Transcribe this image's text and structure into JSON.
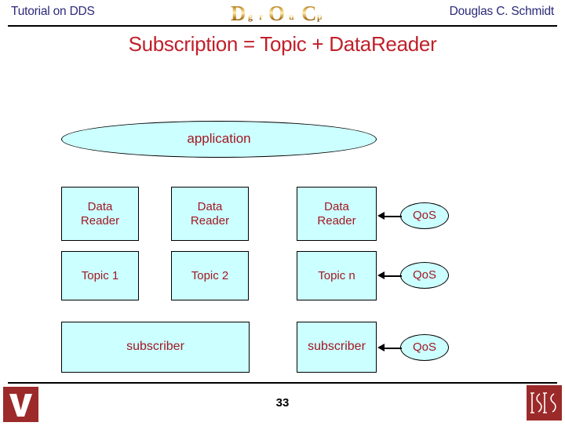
{
  "header": {
    "left_text": "Tutorial on DDS",
    "right_text": "Douglas C. Schmidt",
    "logo": {
      "name": "doc-group-logo",
      "big_letters": [
        "D",
        "O",
        "C"
      ],
      "small_letters": [
        "g",
        "r",
        "u",
        "p"
      ],
      "full_text": "DOC group"
    }
  },
  "title": "Subscription = Topic + DataReader",
  "diagram": {
    "application": {
      "label": "application",
      "shape": "ellipse"
    },
    "readers": [
      {
        "label": "Data\nReader",
        "line1": "Data",
        "line2": "Reader"
      },
      {
        "label": "Data\nReader",
        "line1": "Data",
        "line2": "Reader"
      },
      {
        "label": "Data\nReader",
        "line1": "Data",
        "line2": "Reader"
      }
    ],
    "topics": [
      {
        "label": "Topic 1"
      },
      {
        "label": "Topic 2"
      },
      {
        "label": "Topic n"
      }
    ],
    "subscribers": [
      {
        "label": "subscriber"
      },
      {
        "label": "subscriber"
      }
    ],
    "qos": [
      {
        "label": "QoS"
      },
      {
        "label": "QoS"
      },
      {
        "label": "QoS"
      }
    ],
    "colors": {
      "node_fill": "#ccffff",
      "node_border": "#000000",
      "node_text": "#a01722",
      "title_text": "#c0202a",
      "header_text": "#2a2a7a",
      "logo_maroon": "#9c2a2a"
    }
  },
  "footer": {
    "page_number": "33",
    "left_logo": "vanderbilt-logo",
    "right_logo": "isis-logo"
  }
}
